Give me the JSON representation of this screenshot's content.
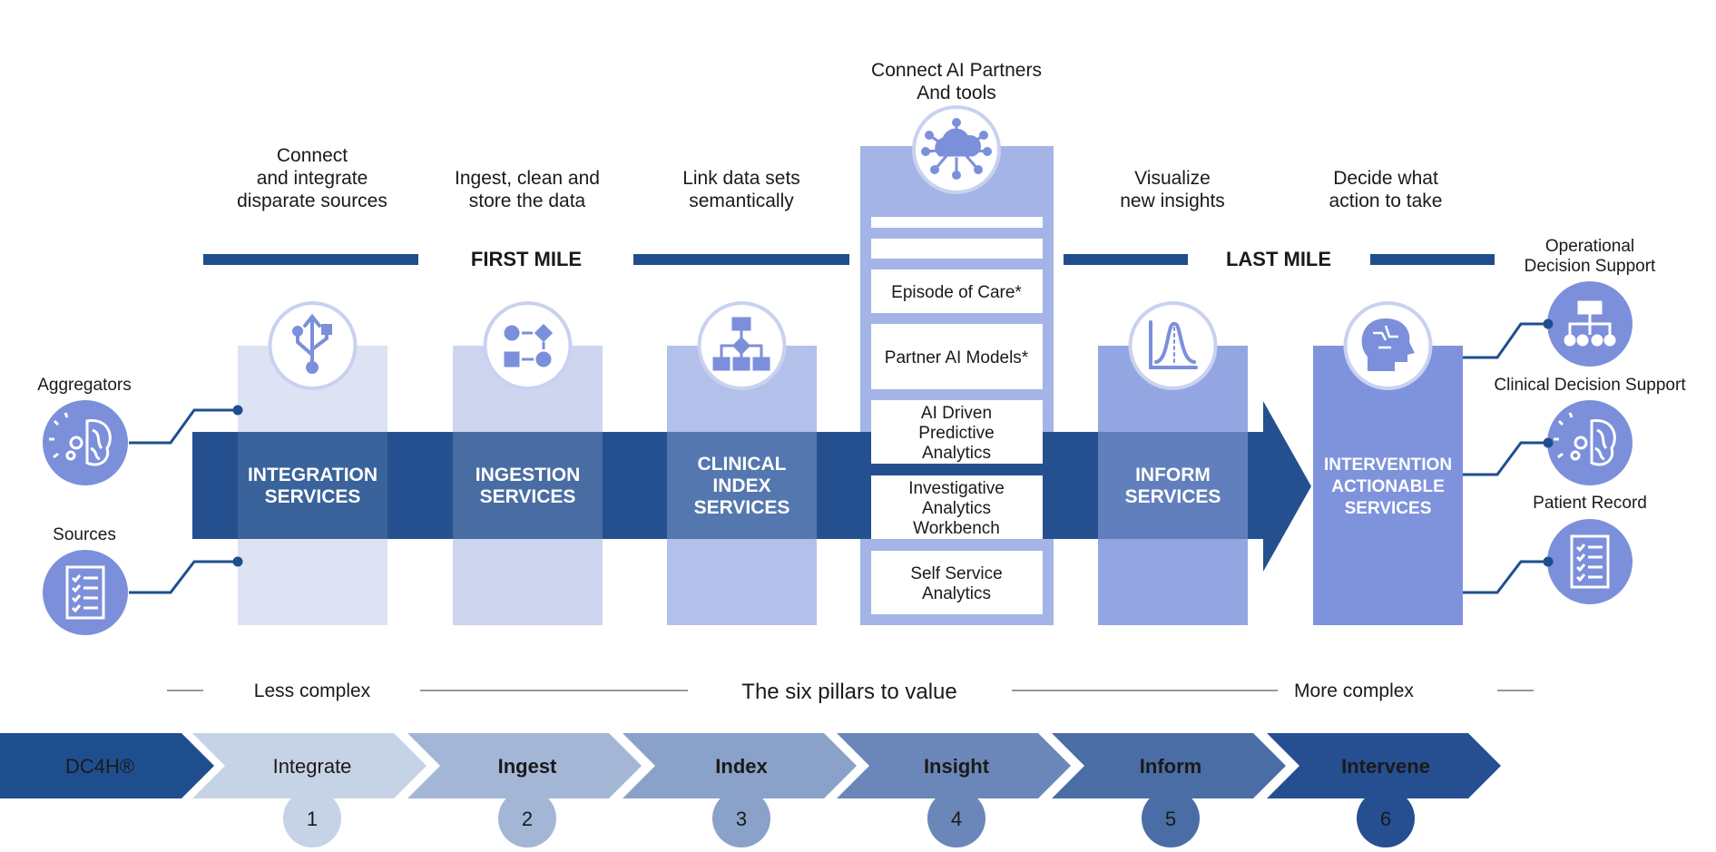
{
  "colors": {
    "dark_blue": "#1f4e8f",
    "arrow_blue": "#24508f",
    "pillar_1": "#dde3f3",
    "pillar_2": "#cdd5ef",
    "pillar_3": "#b3c0ea",
    "pillar_4": "#a4b4e6",
    "pillar_5": "#94a6e2",
    "pillar_6": "#7f93dc",
    "icon_blue": "#7c8fdb",
    "grey_line": "#999999"
  },
  "header": {
    "first_mile": "FIRST MILE",
    "last_mile": "LAST MILE"
  },
  "pillars": [
    {
      "caption": [
        "Connect",
        "and integrate",
        "disparate sources"
      ],
      "title": [
        "INTEGRATION",
        "SERVICES"
      ],
      "icon": "usb-icon"
    },
    {
      "caption": [
        "Ingest, clean and",
        "store the data"
      ],
      "title": [
        "INGESTION",
        "SERVICES"
      ],
      "icon": "data-flow-icon"
    },
    {
      "caption": [
        "Link data sets",
        "semantically"
      ],
      "title": [
        "CLINICAL",
        "INDEX",
        "SERVICES"
      ],
      "icon": "flowchart-icon"
    },
    {
      "caption": [
        "Connect AI Partners",
        "And tools"
      ],
      "title": [],
      "icon": "cloud-network-icon"
    },
    {
      "caption": [
        "Visualize",
        "new insights"
      ],
      "title": [
        "INFORM",
        "SERVICES"
      ],
      "icon": "bell-curve-icon"
    },
    {
      "caption": [
        "Decide what",
        "action to take"
      ],
      "title": [
        "INTERVENTION",
        "ACTIONABLE",
        "SERVICES"
      ],
      "icon": "ai-head-icon"
    }
  ],
  "insight_cards": [
    [
      "Episode of Care*"
    ],
    [
      "Partner AI Models*"
    ],
    [
      "AI Driven",
      "Predictive",
      "Analytics"
    ],
    [
      "Investigative",
      "Analytics",
      "Workbench"
    ],
    [
      "Self Service",
      "Analytics"
    ]
  ],
  "left_inputs": [
    {
      "label": "Aggregators",
      "icon": "brain-gear-icon"
    },
    {
      "label": "Sources",
      "icon": "checklist-icon"
    }
  ],
  "right_outputs": [
    {
      "label": [
        "Operational",
        "Decision Support"
      ],
      "icon": "org-chart-icon"
    },
    {
      "label": [
        "Clinical Decision Support"
      ],
      "icon": "brain-gear-icon"
    },
    {
      "label": [
        "Patient Record"
      ],
      "icon": "checklist-icon"
    }
  ],
  "scale": {
    "less": "Less complex",
    "middle": "The six pillars to value",
    "more": "More complex"
  },
  "chevrons": [
    {
      "label": "DC4H®",
      "number": ""
    },
    {
      "label": "Integrate",
      "number": "1"
    },
    {
      "label": "Ingest",
      "number": "2"
    },
    {
      "label": "Index",
      "number": "3"
    },
    {
      "label": "Insight",
      "number": "4"
    },
    {
      "label": "Inform",
      "number": "5"
    },
    {
      "label": "Intervene",
      "number": "6"
    }
  ]
}
